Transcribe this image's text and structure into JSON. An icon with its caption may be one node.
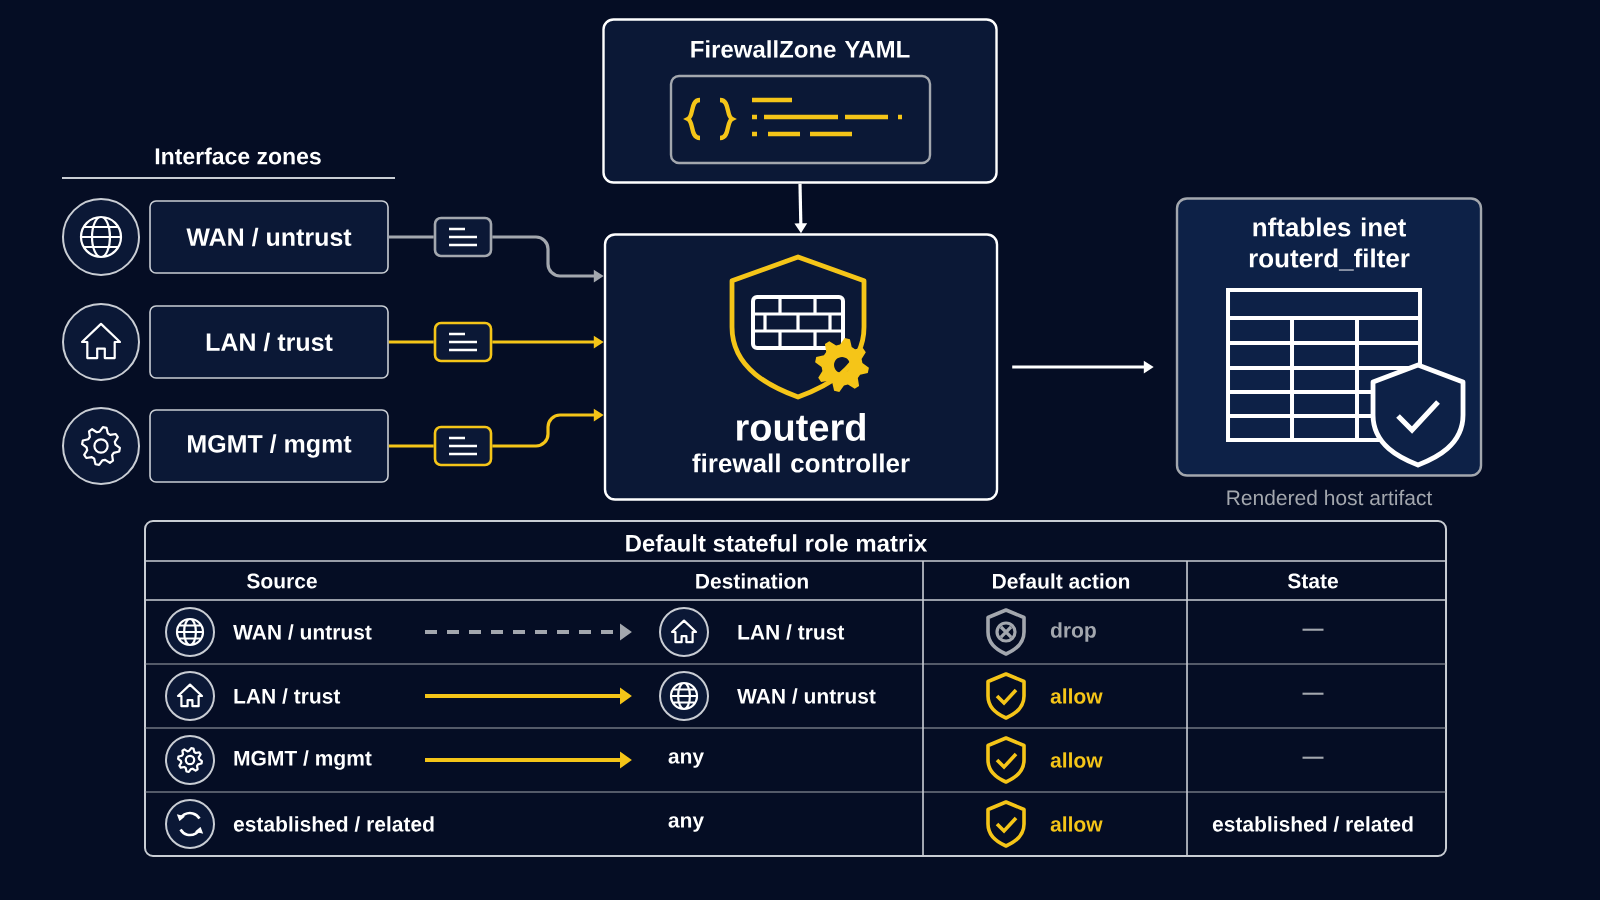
{
  "diagram": {
    "nodes": [
      {
        "text": [
          "WAN / untrust"
        ]
      },
      {
        "text": [
          "LAN / trust"
        ]
      },
      {
        "text": [
          "MGMT / mgmt"
        ]
      },
      {
        "text": [],
        "shape": "box"
      },
      {
        "text": [],
        "shape": "box"
      },
      {
        "text": [],
        "shape": "box"
      },
      {
        "text": [
          "FirewallZone YAML"
        ]
      },
      {
        "text": [
          "routerd",
          "firewall controller"
        ]
      },
      {
        "text": [
          "nftables inet routerd_filter"
        ],
        "beside": [
          "Rendered host artifact"
        ]
      }
    ],
    "edges": [
      {
        "from": 0,
        "to": 3,
        "arrow": "none",
        "color": "#a3a7ae"
      },
      {
        "from": 3,
        "to": 7,
        "arrow": "to",
        "color": "#a3a7ae"
      },
      {
        "from": 1,
        "to": 4,
        "arrow": "none",
        "color": "#f5c518"
      },
      {
        "from": 4,
        "to": 7,
        "arrow": "to",
        "color": "#f5c518"
      },
      {
        "from": 2,
        "to": 5,
        "arrow": "none",
        "color": "#f5c518"
      },
      {
        "from": 5,
        "to": 7,
        "arrow": "to",
        "color": "#f5c518"
      },
      {
        "from": 6,
        "to": 7,
        "arrow": "to",
        "color": "#ffffff"
      },
      {
        "from": 7,
        "to": 8,
        "arrow": "to",
        "color": "#ffffff"
      }
    ],
    "labels": [
      "Interface zones",
      "Default stateful role matrix",
      "Source",
      "Destination",
      "Default action",
      "State",
      "WAN / untrust",
      "LAN / trust",
      "drop",
      "—",
      "LAN / trust",
      "WAN / untrust",
      "allow",
      "—",
      "MGMT / mgmt",
      "any",
      "allow",
      "—",
      "established / related",
      "any",
      "allow",
      "established / related"
    ]
  }
}
